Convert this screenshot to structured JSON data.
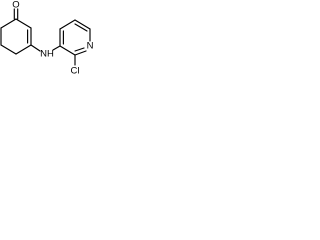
{
  "molecule": {
    "atoms": {
      "carbonyl_oxygen": "O",
      "amine_nitrogen": "NH",
      "chlorine": "Cl",
      "pyridine_nitrogen": "N"
    }
  }
}
